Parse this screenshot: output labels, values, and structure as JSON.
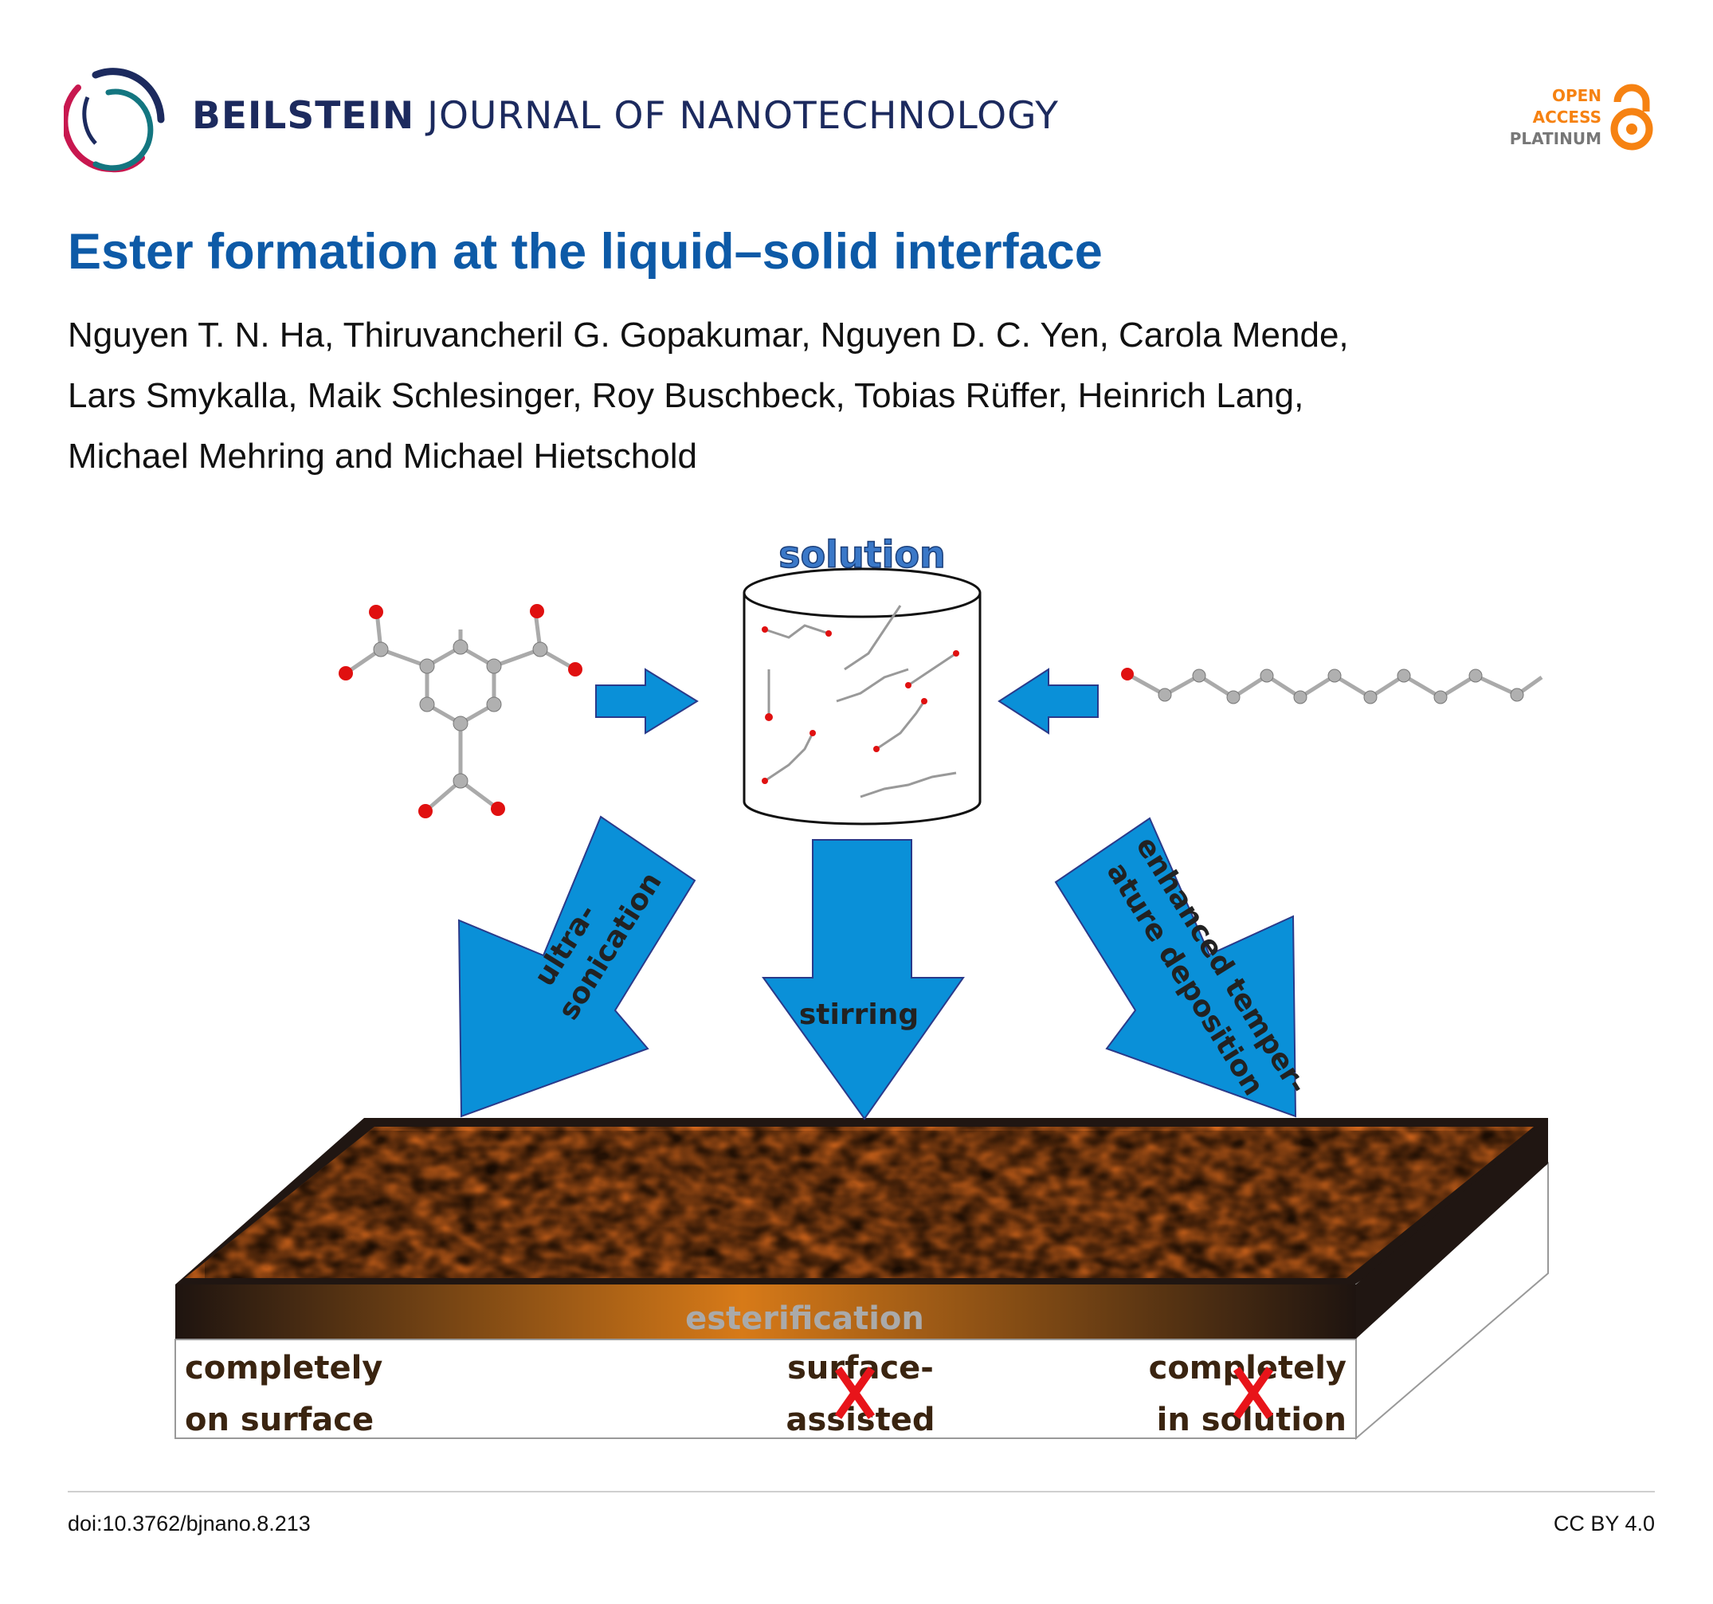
{
  "header": {
    "journal_bold": "BEILSTEIN",
    "journal_light": "JOURNAL OF NANOTECHNOLOGY",
    "badge": {
      "line1": "OPEN",
      "line2": "ACCESS",
      "line3": "PLATINUM"
    }
  },
  "article": {
    "title": "Ester formation at the liquid–solid interface",
    "authors": [
      "Nguyen T. N. Ha, Thiruvancheril G. Gopakumar, Nguyen D. C. Yen, Carola Mende,",
      "Lars Smykalla, Maik Schlesinger, Roy Buschbeck, Tobias Rüffer, Heinrich Lang,",
      "Michael Mehring and Michael Hietschold"
    ]
  },
  "figure": {
    "solution_label": "solution",
    "arrow_left": [
      "ultra-",
      "sonication"
    ],
    "arrow_center": "stirring",
    "arrow_right": [
      "enhanced temper-",
      "ature deposition"
    ],
    "band_label": "esterification",
    "outcomes": [
      {
        "lines": [
          "completely",
          "on surface"
        ],
        "crossed": false
      },
      {
        "lines": [
          "surface-",
          "assisted"
        ],
        "crossed": true
      },
      {
        "lines": [
          "completely",
          "in solution"
        ],
        "crossed": true
      }
    ]
  },
  "footer": {
    "doi": "doi:10.3762/bjnano.8.213",
    "license": "CC BY 4.0"
  },
  "colors": {
    "brand_navy": "#1c2a5e",
    "title_blue": "#0d5aa7",
    "oa_orange": "#f68212",
    "arrow_blue": "#0a90d8"
  }
}
